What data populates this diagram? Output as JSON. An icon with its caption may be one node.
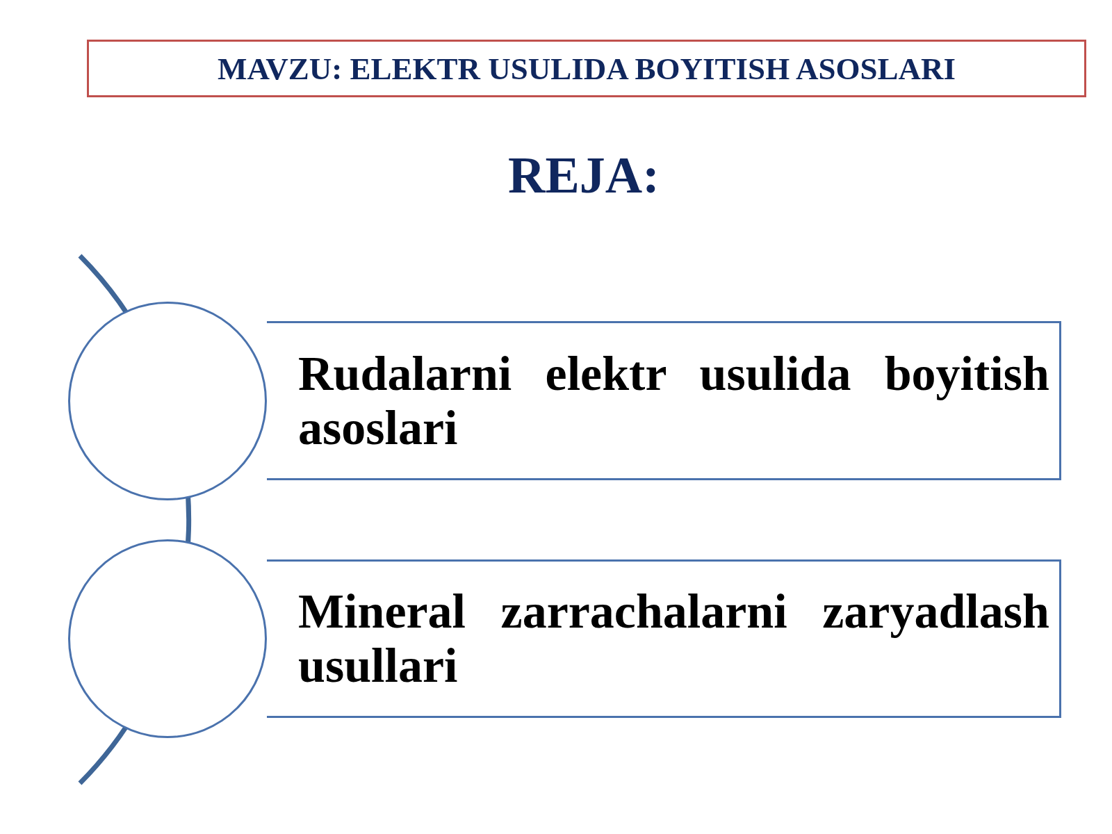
{
  "diagram": {
    "title": "MAVZU: ELEKTR USULIDA BOYITISH ASOSLARI",
    "nodes": [
      {
        "text": [],
        "shape": "circle"
      },
      {
        "text": [
          "Rudalarni elektr usulida boyitish asoslari"
        ]
      },
      {
        "text": [],
        "shape": "circle"
      },
      {
        "text": [
          "Mineral zarrachalarni zaryadlash usullari"
        ]
      }
    ],
    "edges": [],
    "labels": [
      "REJA:"
    ]
  }
}
